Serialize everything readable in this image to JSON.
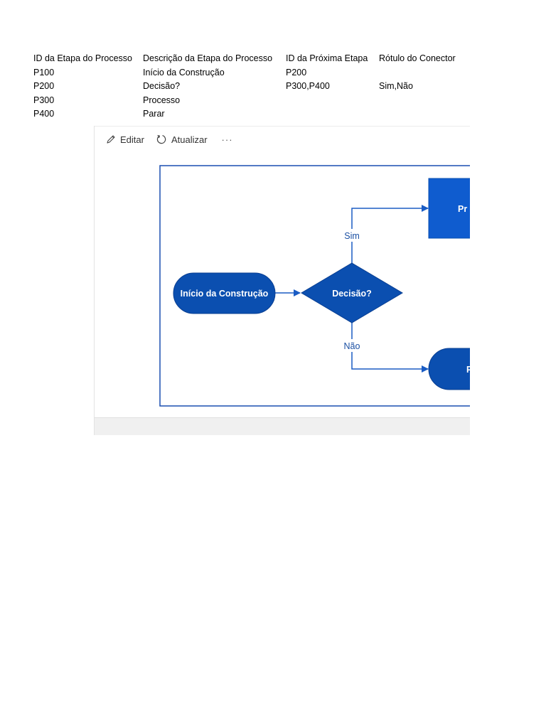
{
  "table": {
    "headers": [
      "ID da Etapa do Processo",
      "Descrição da Etapa do Processo",
      "ID da Próxima Etapa",
      "Rótulo do Conector"
    ],
    "rows": [
      [
        "P100",
        "Início da Construção",
        "P200",
        ""
      ],
      [
        "P200",
        "Decisão?",
        "P300,P400",
        "Sim,Não"
      ],
      [
        "P300",
        "Processo",
        "",
        ""
      ],
      [
        "P400",
        "Parar",
        "",
        ""
      ]
    ]
  },
  "toolbar": {
    "edit_label": "Editar",
    "refresh_label": "Atualizar",
    "more_label": "···"
  },
  "diagram": {
    "start_label": "Início da Construção",
    "decision_label": "Decisão?",
    "process_label": "Pr",
    "stop_label": "P",
    "yes_label": "Sim",
    "no_label": "Não"
  },
  "colors": {
    "shape_fill": "#0b4fb0",
    "process_fill": "#0f5ccf",
    "connector": "#1a5cc4",
    "label_text": "#1a4fa3",
    "frame": "#1a4fb0"
  }
}
